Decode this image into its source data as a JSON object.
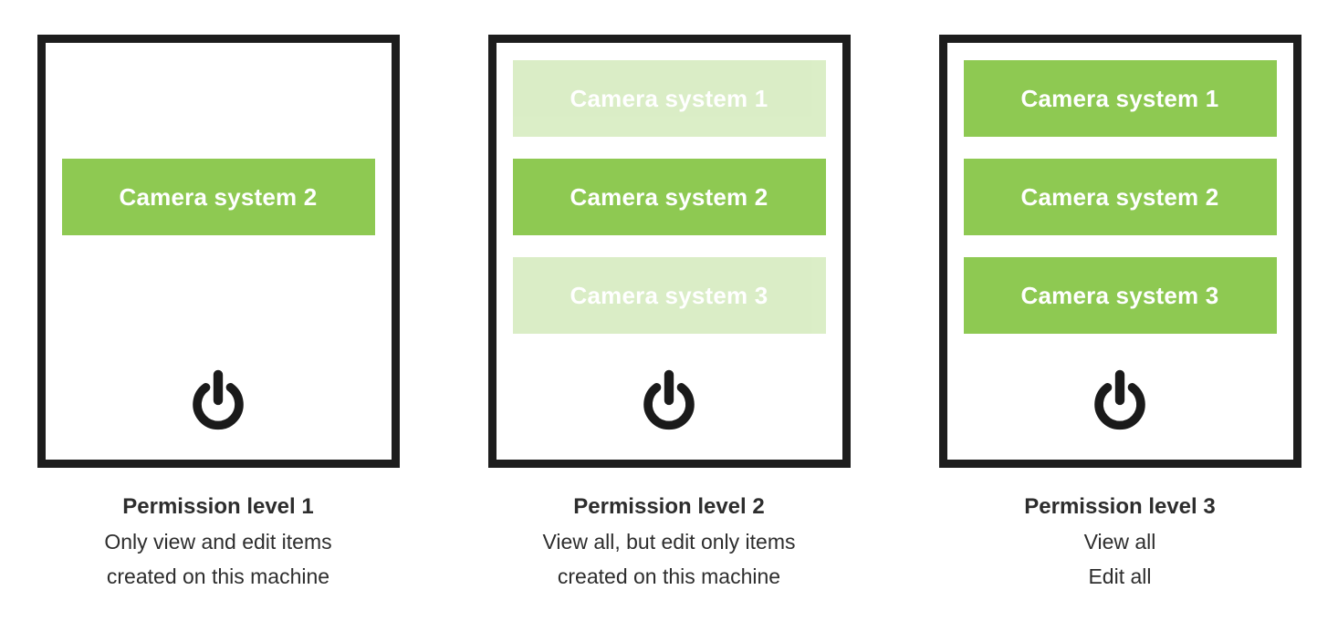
{
  "colors": {
    "accent_green": "#8ec952",
    "border_black": "#1d1d1d",
    "text_dark": "#2d2d2d",
    "button_text": "#ffffff"
  },
  "panels": [
    {
      "title": "Permission level 1",
      "description_lines": [
        "Only view and edit items",
        "created on this machine"
      ],
      "slots": [
        {
          "label": "",
          "state": "empty"
        },
        {
          "label": "Camera system 2",
          "state": "active"
        },
        {
          "label": "",
          "state": "empty"
        }
      ]
    },
    {
      "title": "Permission level 2",
      "description_lines": [
        "View all, but edit only items",
        "created on this machine"
      ],
      "slots": [
        {
          "label": "Camera system 1",
          "state": "faded"
        },
        {
          "label": "Camera system 2",
          "state": "active"
        },
        {
          "label": "Camera system 3",
          "state": "faded"
        }
      ]
    },
    {
      "title": "Permission level 3",
      "description_lines": [
        "View all",
        "Edit all"
      ],
      "slots": [
        {
          "label": "Camera system 1",
          "state": "active"
        },
        {
          "label": "Camera system 2",
          "state": "active"
        },
        {
          "label": "Camera system 3",
          "state": "active"
        }
      ]
    }
  ]
}
